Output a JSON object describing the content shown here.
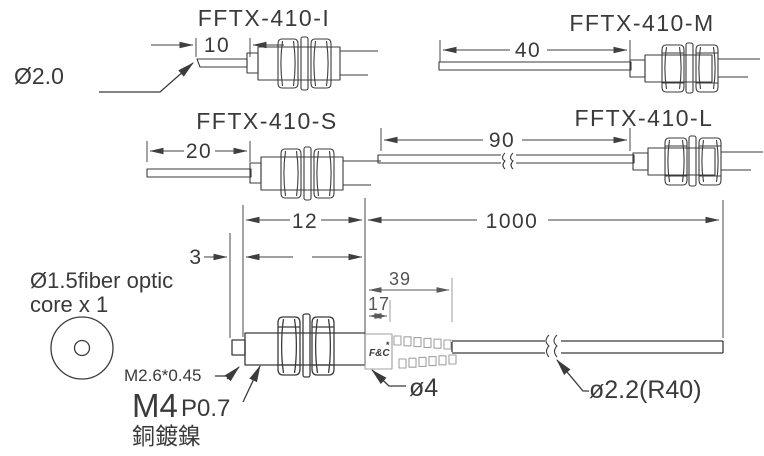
{
  "variants": {
    "i": {
      "model": "FFTX-410-I",
      "length": "10"
    },
    "m": {
      "model": "FFTX-410-M",
      "length": "40"
    },
    "s": {
      "model": "FFTX-410-S",
      "length": "20"
    },
    "l": {
      "model": "FFTX-410-L",
      "length": "90"
    }
  },
  "main_view": {
    "threaded_body_length": "12",
    "cable_length": "1000",
    "tip_length": "3",
    "boot_length": "39",
    "boot_ribbed_length": "17",
    "tip_thread": "M2.6*0.45",
    "thread_size": "M4",
    "thread_pitch": "P0.7",
    "material_note": "銅鍍鎳",
    "logo": "F&C",
    "logo_mark": "*",
    "boot_diameter": "ø4",
    "cable_diameter": "ø2.2(R40)"
  },
  "fiber_note": {
    "line1": "Ø1.5fiber optic",
    "line2": "core x 1",
    "tip_diameter": "Ø2.0"
  },
  "colors": {
    "line": "#3b3b3d",
    "secondary": "#a2a2a2",
    "dim": "#555555",
    "background": "#ffffff"
  }
}
